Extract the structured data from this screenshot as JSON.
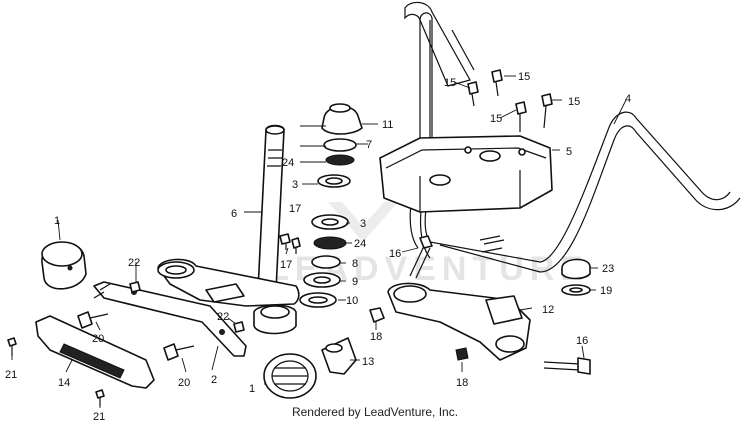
{
  "credit": "Rendered by LeadVenture, Inc.",
  "watermark": "LEADVENTURE",
  "callouts": {
    "c1a": "1",
    "c1b": "1",
    "c2a": "2",
    "c3a": "3",
    "c3b": "3",
    "c4": "4",
    "c5": "5",
    "c6": "6",
    "c7": "7",
    "c8": "8",
    "c9": "9",
    "c10": "10",
    "c11": "11",
    "c12": "12",
    "c13": "13",
    "c14": "14",
    "c15a": "15",
    "c15b": "15",
    "c15c": "15",
    "c15d": "15",
    "c16a": "16",
    "c16b": "16",
    "c17a": "17",
    "c17b": "17",
    "c18a": "18",
    "c18b": "18",
    "c19": "19",
    "c20a": "20",
    "c20b": "20",
    "c21a": "21",
    "c21b": "21",
    "c22a": "22",
    "c22b": "22",
    "c23": "23",
    "c24a": "24",
    "c24b": "24"
  }
}
